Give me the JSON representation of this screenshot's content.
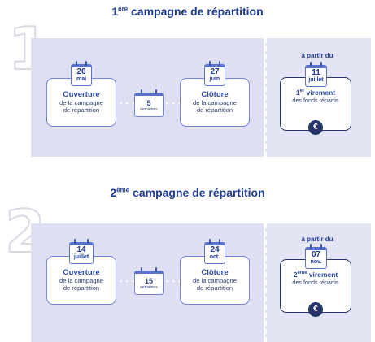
{
  "campaigns": [
    {
      "number": "1",
      "title_ord": "1",
      "title_sup": "ère",
      "title_rest": " campagne de répartition",
      "opening": {
        "day": "26",
        "month": "mai",
        "label": "Ouverture",
        "desc1": "de la campagne",
        "desc2": "de répartition"
      },
      "duration": {
        "value": "5",
        "unit": "semaines"
      },
      "closing": {
        "day": "27",
        "month": "juin",
        "label": "Clôture",
        "desc1": "de la campagne",
        "desc2": "de répartition"
      },
      "from_label": "à partir du",
      "transfer": {
        "day": "11",
        "month": "juillet",
        "label_ord": "1",
        "label_sup": "er",
        "label_rest": " virement",
        "desc": "des fonds répartis"
      },
      "currency_symbol": "€"
    },
    {
      "number": "2",
      "title_ord": "2",
      "title_sup": "ème",
      "title_rest": " campagne de répartition",
      "opening": {
        "day": "14",
        "month": "juillet",
        "label": "Ouverture",
        "desc1": "de la campagne",
        "desc2": "de répartition"
      },
      "duration": {
        "value": "15",
        "unit": "semaines"
      },
      "closing": {
        "day": "24",
        "month": "oct.",
        "label": "Clôture",
        "desc1": "de la campagne",
        "desc2": "de répartition"
      },
      "from_label": "à partir du",
      "transfer": {
        "day": "07",
        "month": "nov.",
        "label_ord": "2",
        "label_sup": "ème",
        "label_rest": " virement",
        "desc": "des fonds répartis"
      },
      "currency_symbol": "€"
    }
  ],
  "icons": [
    "calendar-icon",
    "euro-coin-icon"
  ],
  "colors": {
    "primary": "#1f3b94",
    "band": "#dedff2",
    "panel": "#e4e5f4",
    "card_border": "#6d84d9",
    "coin": "#26336a"
  }
}
